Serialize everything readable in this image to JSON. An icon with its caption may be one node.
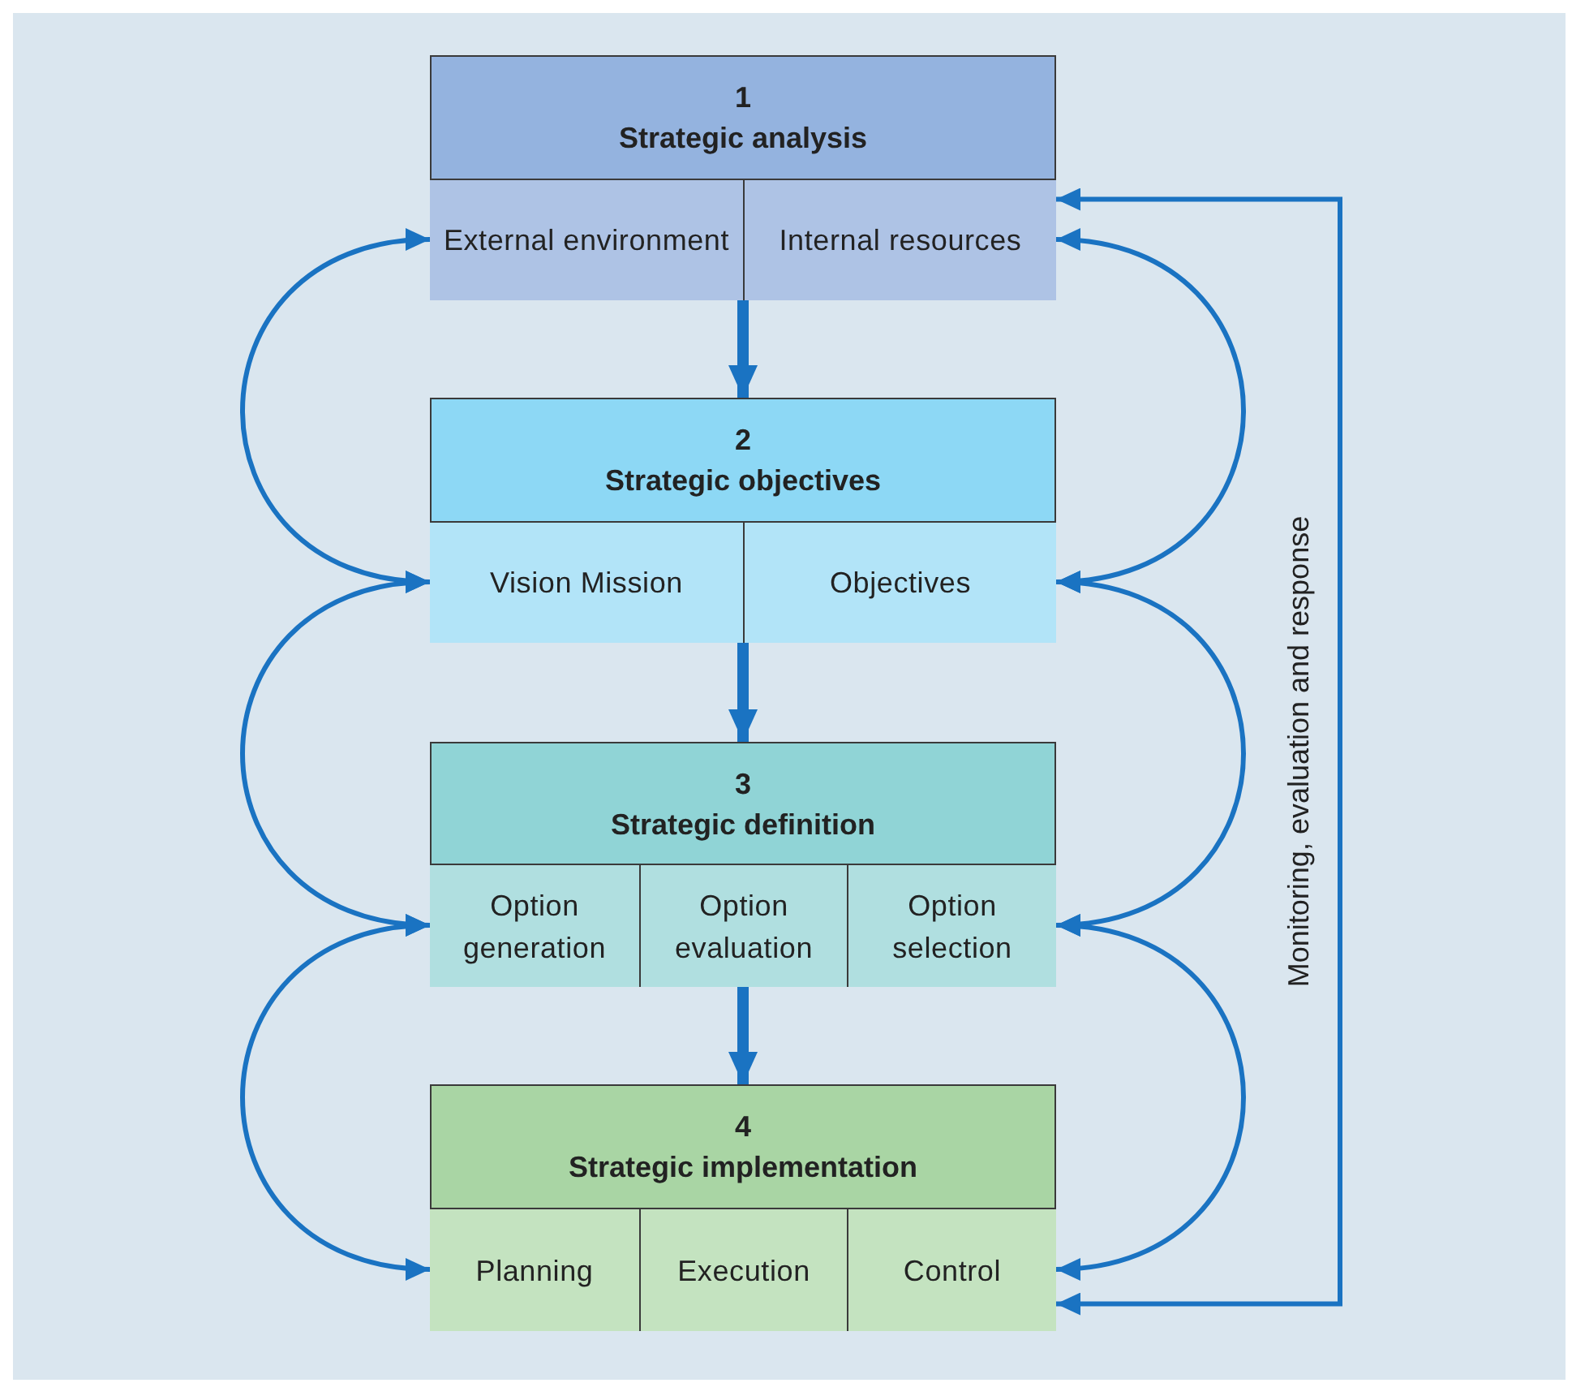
{
  "diagram": {
    "nodes": [
      {
        "text": [
          "1",
          "Strategic analysis"
        ]
      },
      {
        "text": [
          "External environment"
        ],
        "in": 0
      },
      {
        "text": [
          "Internal resources"
        ],
        "in": 0
      },
      {
        "text": [
          "2",
          "Strategic objectives"
        ]
      },
      {
        "text": [
          "Vision Mission"
        ],
        "in": 3
      },
      {
        "text": [
          "Objectives"
        ],
        "in": 3
      },
      {
        "text": [
          "3",
          "Strategic definition"
        ]
      },
      {
        "text": [
          "Option generation"
        ],
        "in": 6
      },
      {
        "text": [
          "Option evaluation"
        ],
        "in": 6
      },
      {
        "text": [
          "Option selection"
        ],
        "in": 6
      },
      {
        "text": [
          "4",
          "Strategic implementation"
        ]
      },
      {
        "text": [
          "Planning"
        ],
        "in": 10
      },
      {
        "text": [
          "Execution"
        ],
        "in": 10
      },
      {
        "text": [
          "Control"
        ],
        "in": 10
      }
    ],
    "edges": [
      {
        "from": 0,
        "to": 3,
        "arrow": "to",
        "style": "thick"
      },
      {
        "from": 3,
        "to": 6,
        "arrow": "to",
        "style": "thick"
      },
      {
        "from": 6,
        "to": 10,
        "arrow": "to",
        "style": "thick"
      },
      {
        "from": 1,
        "to": 4,
        "arrow": "both"
      },
      {
        "from": 4,
        "to": 7,
        "arrow": "both"
      },
      {
        "from": 7,
        "to": 11,
        "arrow": "both"
      },
      {
        "from": 2,
        "to": 5,
        "arrow": "both"
      },
      {
        "from": 5,
        "to": 9,
        "arrow": "both"
      },
      {
        "from": 9,
        "to": 13,
        "arrow": "both"
      },
      {
        "from": 13,
        "to": 2,
        "arrow": "both",
        "label": "Monitoring, evaluation and response"
      }
    ]
  }
}
